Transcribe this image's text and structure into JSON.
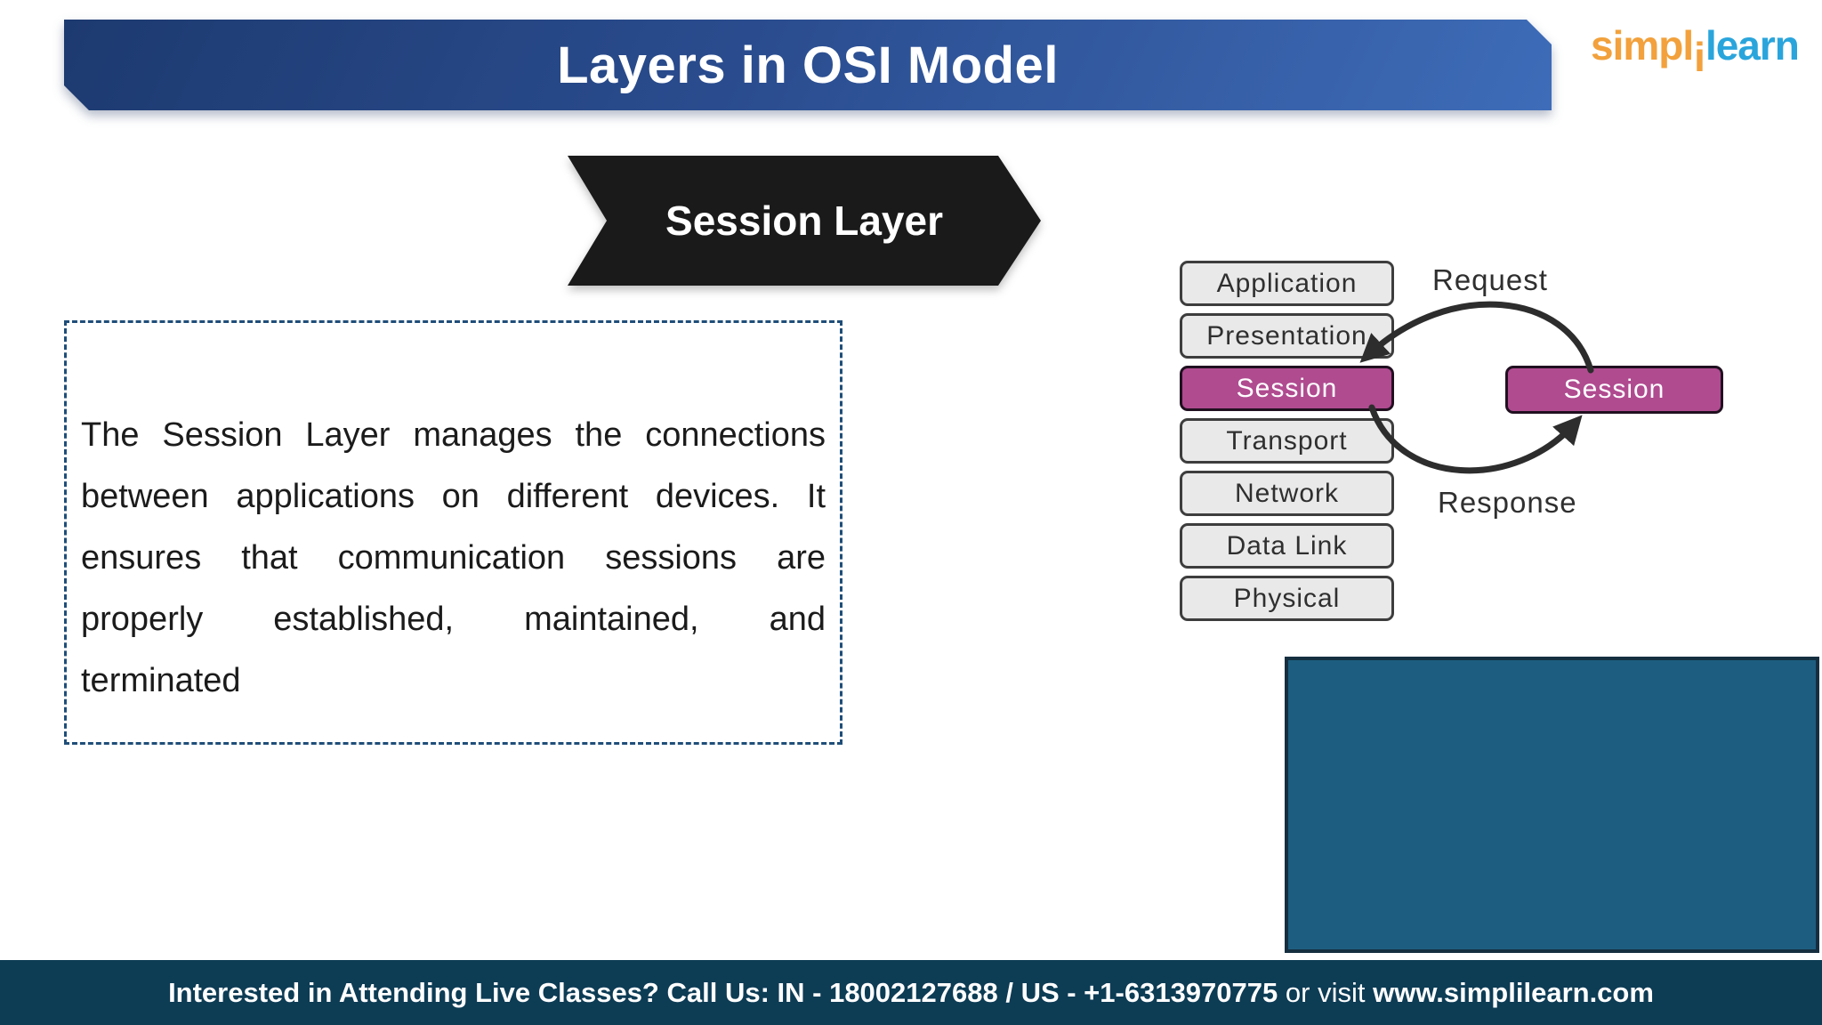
{
  "slide": {
    "title": "Layers in OSI Model"
  },
  "logo": {
    "part1": "simpl",
    "separator": "i",
    "part2": "learn",
    "orange": "#F2A13C",
    "blue": "#2AA5DC"
  },
  "ribbon": {
    "label": "Session Layer"
  },
  "description": {
    "lines": [
      "The Session Layer manages the connections",
      "between applications on different devices. It",
      "ensures that communication sessions are",
      "properly established, maintained, and",
      "terminated"
    ]
  },
  "osi": {
    "layers": [
      "Application",
      "Presentation",
      "Session",
      "Transport",
      "Network",
      "Data Link",
      "Physical"
    ],
    "highlighted": "Session"
  },
  "diagram": {
    "request_label": "Request",
    "response_label": "Response",
    "remote_session_label": "Session"
  },
  "footer": {
    "prefix": "Interested in Attending Live Classes? Call Us:",
    "phones": "IN - 18002127688 / US - +1-6313970775",
    "connector": "or visit",
    "url": "www.simplilearn.com"
  },
  "colors": {
    "banner_blue_dark": "#1d3a70",
    "banner_blue_light": "#3e6cb8",
    "ribbon_black": "#1a1a1a",
    "layer_gray": "#e9e9e9",
    "session_magenta": "#b04b90",
    "panel_teal": "#1d5e80",
    "footer_navy": "#0d3c55",
    "dashed_border_navy": "#1f4e79",
    "arrow_dark": "#2d2d2d"
  }
}
